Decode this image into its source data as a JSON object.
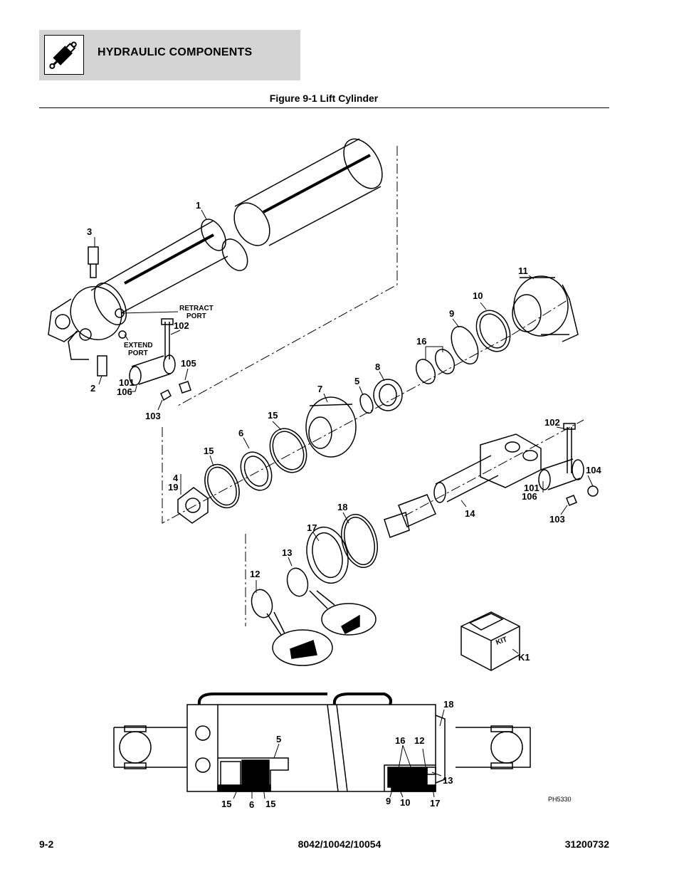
{
  "header": {
    "section_title": "HYDRAULIC COMPONENTS",
    "figure_title": "Figure 9-1 Lift Cylinder"
  },
  "icon": "hydraulic-cylinder-icon",
  "callouts": {
    "c1": "1",
    "c2": "2",
    "c3": "3",
    "c4": "4",
    "c19": "19",
    "c5a": "5",
    "c6a": "6",
    "c7": "7",
    "c8": "8",
    "c9a": "9",
    "c10a": "10",
    "c11": "11",
    "c12a": "12",
    "c13a": "13",
    "c14": "14",
    "c15a": "15",
    "c15b": "15",
    "c16a": "16",
    "c17a": "17",
    "c18a": "18",
    "c101a": "101",
    "c106a": "106",
    "c102a": "102",
    "c103a": "103",
    "c105": "105",
    "c101b": "101",
    "c106b": "106",
    "c102b": "102",
    "c103b": "103",
    "c104": "104",
    "k1": "K1",
    "kit": "KIT",
    "retract": "RETRACT",
    "retract_port": "PORT",
    "extend": "EXTEND",
    "extend_port": "PORT",
    "s18": "18",
    "s5": "5",
    "s16": "16",
    "s12": "12",
    "s13": "13",
    "s15a": "15",
    "s6": "6",
    "s15b": "15",
    "s9": "9",
    "s10": "10",
    "s17": "17",
    "ref": "PH5330"
  },
  "footer": {
    "page": "9-2",
    "models": "8042/10042/10054",
    "doc_number": "31200732"
  }
}
